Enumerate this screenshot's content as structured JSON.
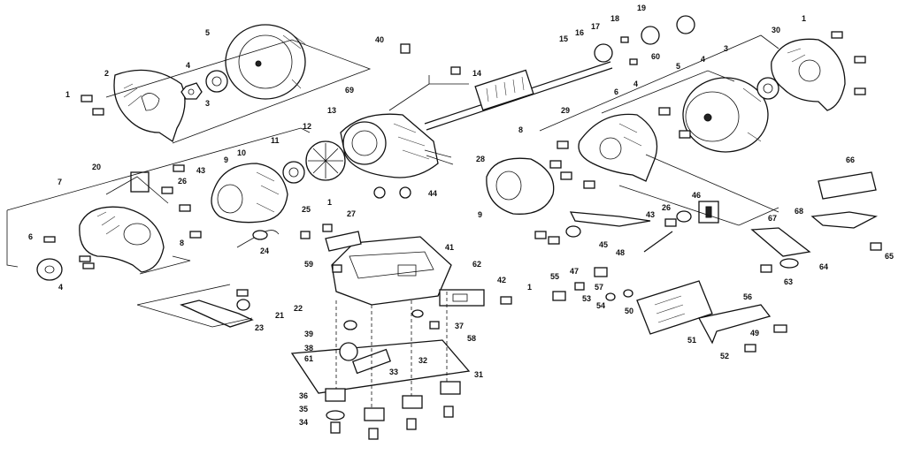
{
  "diagram": {
    "callouts": [
      {
        "id": "c1a",
        "text": "1"
      },
      {
        "id": "c2",
        "text": "2"
      },
      {
        "id": "c3",
        "text": "3"
      },
      {
        "id": "c4a",
        "text": "4"
      },
      {
        "id": "c5a",
        "text": "5"
      },
      {
        "id": "c6a",
        "text": "6"
      },
      {
        "id": "c7",
        "text": "7"
      },
      {
        "id": "c8a",
        "text": "8"
      },
      {
        "id": "c9a",
        "text": "9"
      },
      {
        "id": "c10",
        "text": "10"
      },
      {
        "id": "c11",
        "text": "11"
      },
      {
        "id": "c12",
        "text": "12"
      },
      {
        "id": "c13",
        "text": "13"
      },
      {
        "id": "c14",
        "text": "14"
      },
      {
        "id": "c15",
        "text": "15"
      },
      {
        "id": "c16",
        "text": "16"
      },
      {
        "id": "c17",
        "text": "17"
      },
      {
        "id": "c18",
        "text": "18"
      },
      {
        "id": "c19",
        "text": "19"
      },
      {
        "id": "c20",
        "text": "20"
      },
      {
        "id": "c21",
        "text": "21"
      },
      {
        "id": "c22",
        "text": "22"
      },
      {
        "id": "c23",
        "text": "23"
      },
      {
        "id": "c24",
        "text": "24"
      },
      {
        "id": "c25",
        "text": "25"
      },
      {
        "id": "c26a",
        "text": "26"
      },
      {
        "id": "c27",
        "text": "27"
      },
      {
        "id": "c28",
        "text": "28"
      },
      {
        "id": "c29",
        "text": "29"
      },
      {
        "id": "c30",
        "text": "30"
      },
      {
        "id": "c31",
        "text": "31"
      },
      {
        "id": "c32",
        "text": "32"
      },
      {
        "id": "c33",
        "text": "33"
      },
      {
        "id": "c34",
        "text": "34"
      },
      {
        "id": "c35",
        "text": "35"
      },
      {
        "id": "c36",
        "text": "36"
      },
      {
        "id": "c37",
        "text": "37"
      },
      {
        "id": "c38",
        "text": "38"
      },
      {
        "id": "c39",
        "text": "39"
      },
      {
        "id": "c40",
        "text": "40"
      },
      {
        "id": "c41",
        "text": "41"
      },
      {
        "id": "c42",
        "text": "42"
      },
      {
        "id": "c43a",
        "text": "43"
      },
      {
        "id": "c44",
        "text": "44"
      },
      {
        "id": "c45",
        "text": "45"
      },
      {
        "id": "c46",
        "text": "46"
      },
      {
        "id": "c47",
        "text": "47"
      },
      {
        "id": "c48",
        "text": "48"
      },
      {
        "id": "c49",
        "text": "49"
      },
      {
        "id": "c50",
        "text": "50"
      },
      {
        "id": "c51",
        "text": "51"
      },
      {
        "id": "c52",
        "text": "52"
      },
      {
        "id": "c53",
        "text": "53"
      },
      {
        "id": "c54",
        "text": "54"
      },
      {
        "id": "c55",
        "text": "55"
      },
      {
        "id": "c56",
        "text": "56"
      },
      {
        "id": "c57",
        "text": "57"
      },
      {
        "id": "c58",
        "text": "58"
      },
      {
        "id": "c59",
        "text": "59"
      },
      {
        "id": "c60",
        "text": "60"
      },
      {
        "id": "c61",
        "text": "61"
      },
      {
        "id": "c62",
        "text": "62"
      },
      {
        "id": "c63",
        "text": "63"
      },
      {
        "id": "c64",
        "text": "64"
      },
      {
        "id": "c65",
        "text": "65"
      },
      {
        "id": "c66",
        "text": "66"
      },
      {
        "id": "c67",
        "text": "67"
      },
      {
        "id": "c68",
        "text": "68"
      },
      {
        "id": "c69",
        "text": "69"
      },
      {
        "id": "c1b",
        "text": "1"
      },
      {
        "id": "c1c",
        "text": "1"
      },
      {
        "id": "c1d",
        "text": "1"
      },
      {
        "id": "c4b",
        "text": "4"
      },
      {
        "id": "c4c",
        "text": "4"
      },
      {
        "id": "c4d",
        "text": "4"
      },
      {
        "id": "c5b",
        "text": "5"
      },
      {
        "id": "c6b",
        "text": "6"
      },
      {
        "id": "c8b",
        "text": "8"
      },
      {
        "id": "c9b",
        "text": "9"
      },
      {
        "id": "c26b",
        "text": "26"
      },
      {
        "id": "c43b",
        "text": "43"
      },
      {
        "id": "c3b",
        "text": "3"
      }
    ]
  }
}
